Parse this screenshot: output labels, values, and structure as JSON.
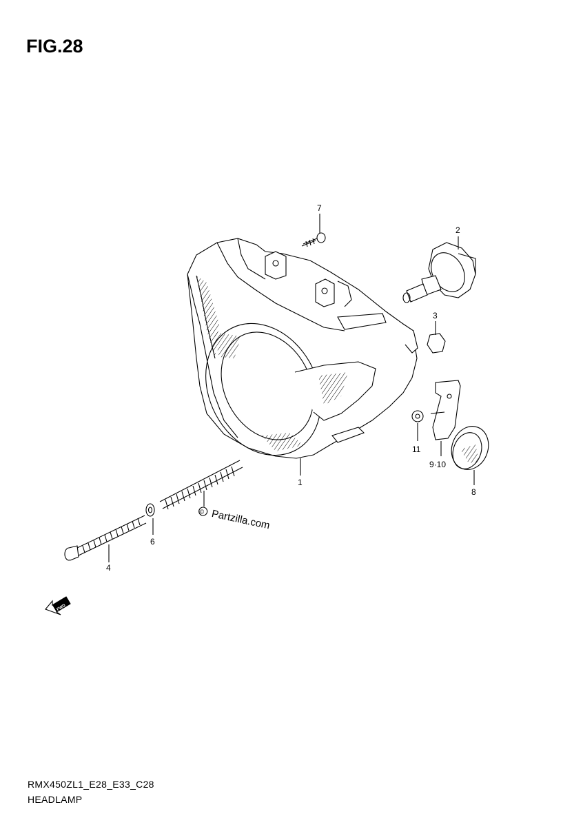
{
  "figure": {
    "title": "FIG.28"
  },
  "callouts": [
    {
      "id": "c7",
      "text": "7"
    },
    {
      "id": "c2",
      "text": "2"
    },
    {
      "id": "c3",
      "text": "3"
    },
    {
      "id": "c11",
      "text": "11"
    },
    {
      "id": "c910",
      "text": "9·10"
    },
    {
      "id": "c8",
      "text": "8"
    },
    {
      "id": "c1",
      "text": "1"
    },
    {
      "id": "c6",
      "text": "6"
    },
    {
      "id": "c4",
      "text": "4"
    }
  ],
  "watermark": {
    "text": "Partzilla.com",
    "symbol": "©"
  },
  "direction_arrow": {
    "label": "FWD"
  },
  "footer": {
    "model_code": "RMX450ZL1_E28_E33_C28",
    "section_name": "HEADLAMP"
  }
}
